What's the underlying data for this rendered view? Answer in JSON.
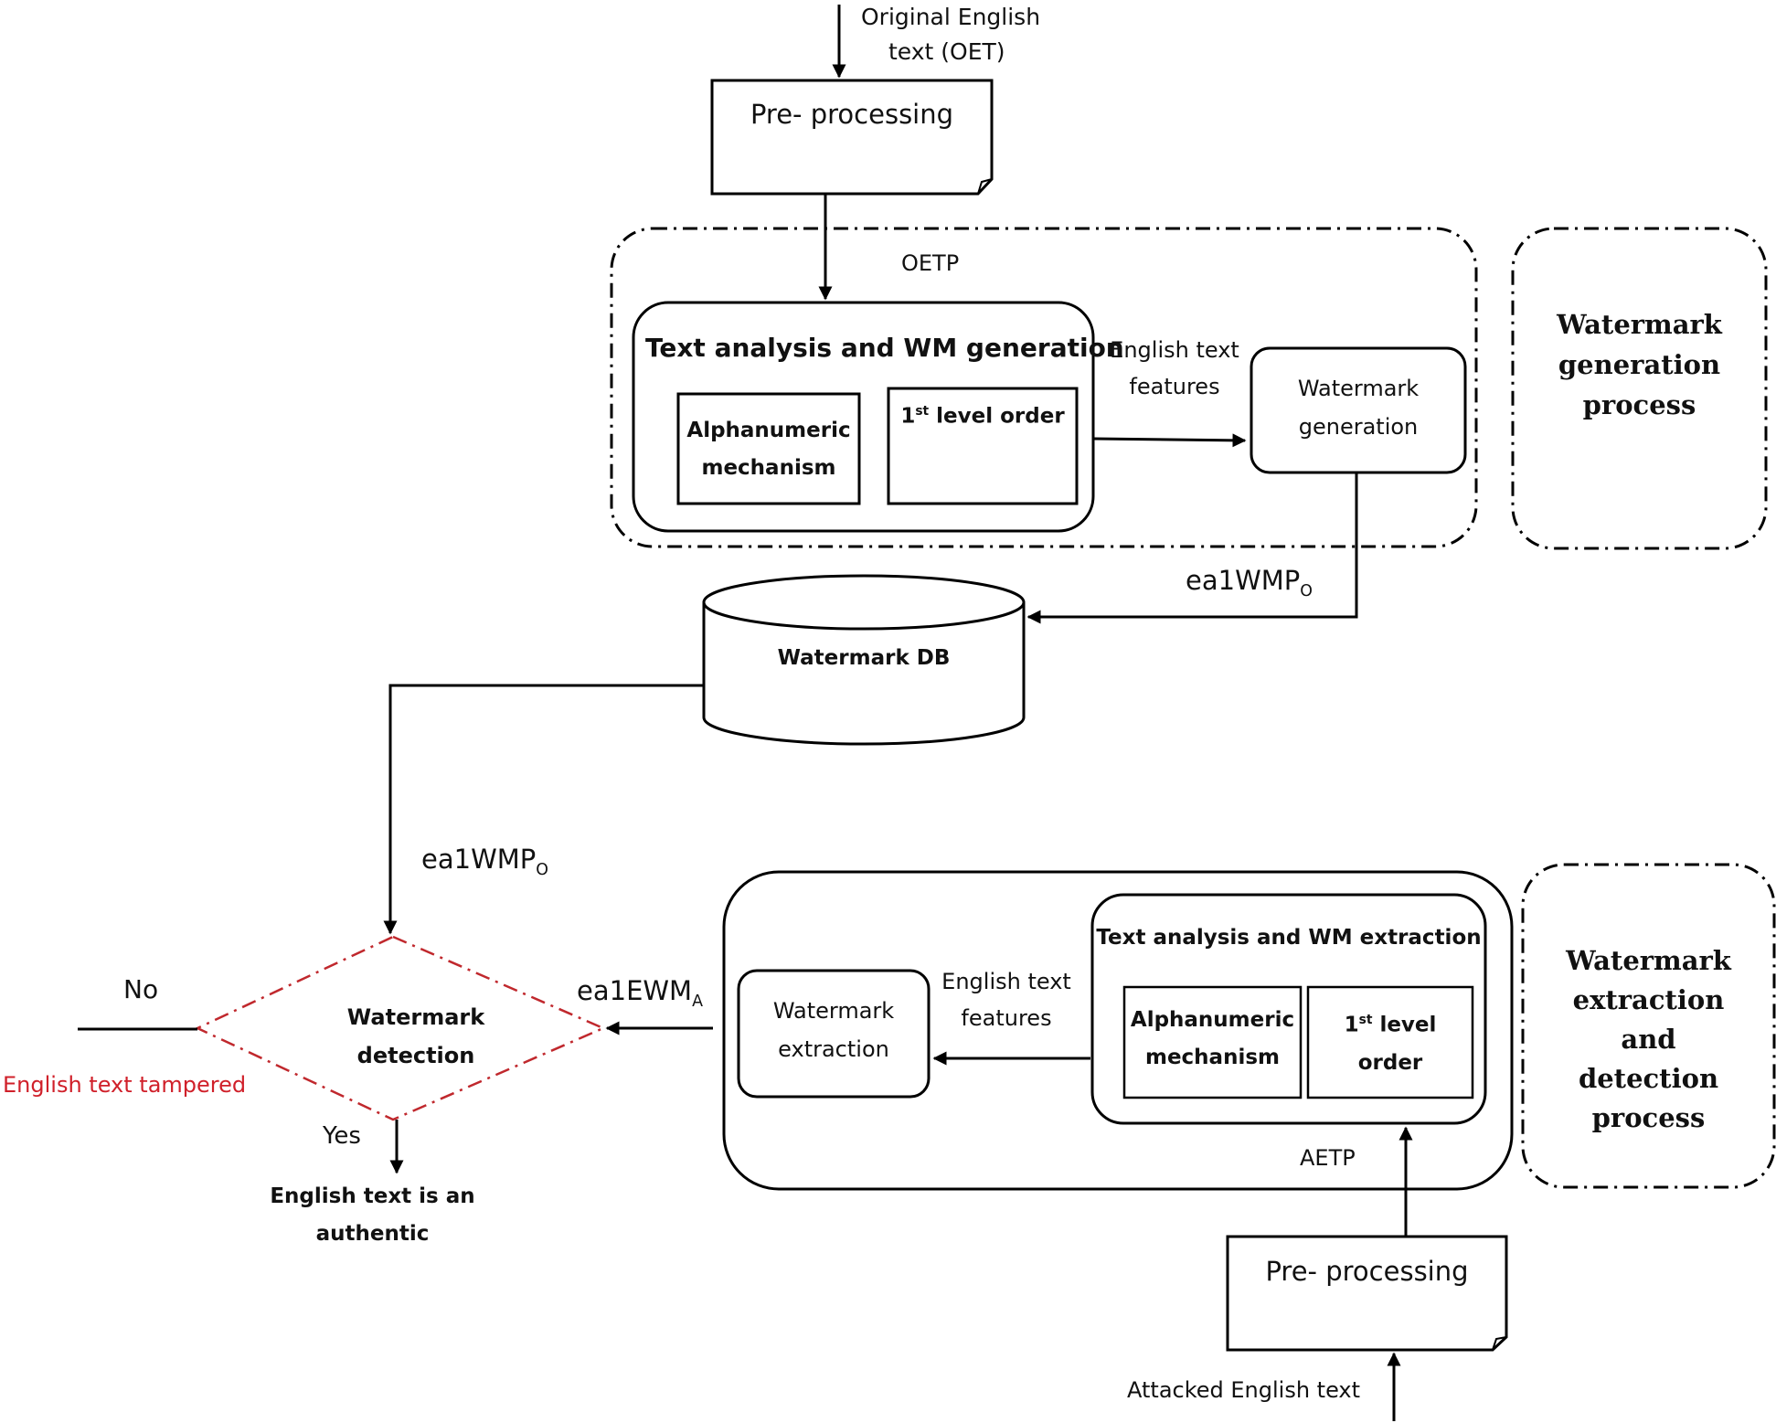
{
  "input_top": {
    "line1": "Original English",
    "line2": "text (OET)"
  },
  "preprocess_top": {
    "label": "Pre- processing"
  },
  "oetp": {
    "label": "OETP"
  },
  "analysis_gen": {
    "title": "Text analysis and WM generation",
    "alpha_line1": "Alphanumeric",
    "alpha_line2": "mechanism",
    "order_num": "1",
    "order_sup": "st",
    "order_rest": "level order"
  },
  "features_top": {
    "line1": "English text",
    "line2": "features"
  },
  "wm_generation": {
    "line1": "Watermark",
    "line2": "generation"
  },
  "gen_process": {
    "line1": "Watermark",
    "line2": "generation",
    "line3": "process"
  },
  "wmp_top": {
    "main": "ea1WMP",
    "sub": "O"
  },
  "db": {
    "label": "Watermark DB"
  },
  "wmp_left": {
    "main": "ea1WMP",
    "sub": "O"
  },
  "ewm": {
    "main": "ea1EWM",
    "sub": "A"
  },
  "detection": {
    "line1": "Watermark",
    "line2": "detection"
  },
  "no_label": "No",
  "tampered_label": "English text tampered",
  "yes_label": "Yes",
  "authentic": {
    "line1": "English text is an",
    "line2": "authentic"
  },
  "wm_extraction": {
    "line1": "Watermark",
    "line2": "extraction"
  },
  "features_bottom": {
    "line1": "English text",
    "line2": "features"
  },
  "analysis_ext": {
    "title": "Text analysis and WM extraction",
    "alpha_line1": "Alphanumeric",
    "alpha_line2": "mechanism",
    "order_num": "1",
    "order_sup": "st",
    "order_line1_rest": "level",
    "order_line2": "order"
  },
  "aetp": {
    "label": "AETP"
  },
  "ext_process": {
    "line1": "Watermark",
    "line2": "extraction",
    "line3": "and",
    "line4": "detection",
    "line5": "process"
  },
  "preprocess_bottom": {
    "label": "Pre- processing"
  },
  "input_bottom": {
    "label": "Attacked English text"
  }
}
